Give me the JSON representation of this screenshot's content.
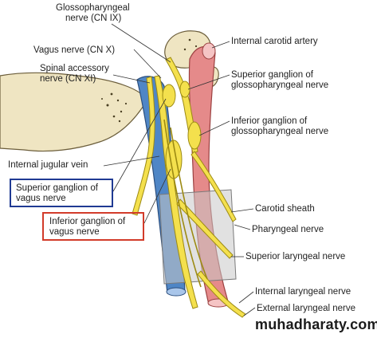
{
  "labels": {
    "glossopharyngeal_nerve": [
      "Glossopharyngeal",
      "nerve (CN IX)"
    ],
    "vagus_nerve": [
      "Vagus nerve (CN X)"
    ],
    "spinal_accessory_nerve": [
      "Spinal accessory",
      "nerve (CN XI)"
    ],
    "internal_jugular_vein": [
      "Internal jugular vein"
    ],
    "superior_ganglion_vagus": [
      "Superior ganglion of",
      "vagus nerve"
    ],
    "inferior_ganglion_vagus": [
      "Inferior ganglion of",
      "vagus nerve"
    ],
    "internal_carotid_artery": [
      "Internal carotid artery"
    ],
    "superior_ganglion_glossopharyngeal": [
      "Superior ganglion of",
      "glossopharyngeal nerve"
    ],
    "inferior_ganglion_glossopharyngeal": [
      "Inferior ganglion of",
      "glossopharyngeal nerve"
    ],
    "carotid_sheath": [
      "Carotid sheath"
    ],
    "pharyngeal_nerve": [
      "Pharyngeal nerve"
    ],
    "superior_laryngeal_nerve": [
      "Superior laryngeal nerve"
    ],
    "internal_laryngeal_nerve": [
      "Internal laryngeal nerve"
    ],
    "external_laryngeal_nerve": [
      "External laryngeal nerve"
    ]
  },
  "watermark": "muhadharaty.com",
  "colors": {
    "vein": "#4f86c6",
    "artery": "#e58a8a",
    "nerve": "#f4e04d",
    "bone": "#efe5c2",
    "sheath": "#c9c9c9",
    "blue_box": "#1f3a93",
    "red_box": "#d23b2a"
  }
}
